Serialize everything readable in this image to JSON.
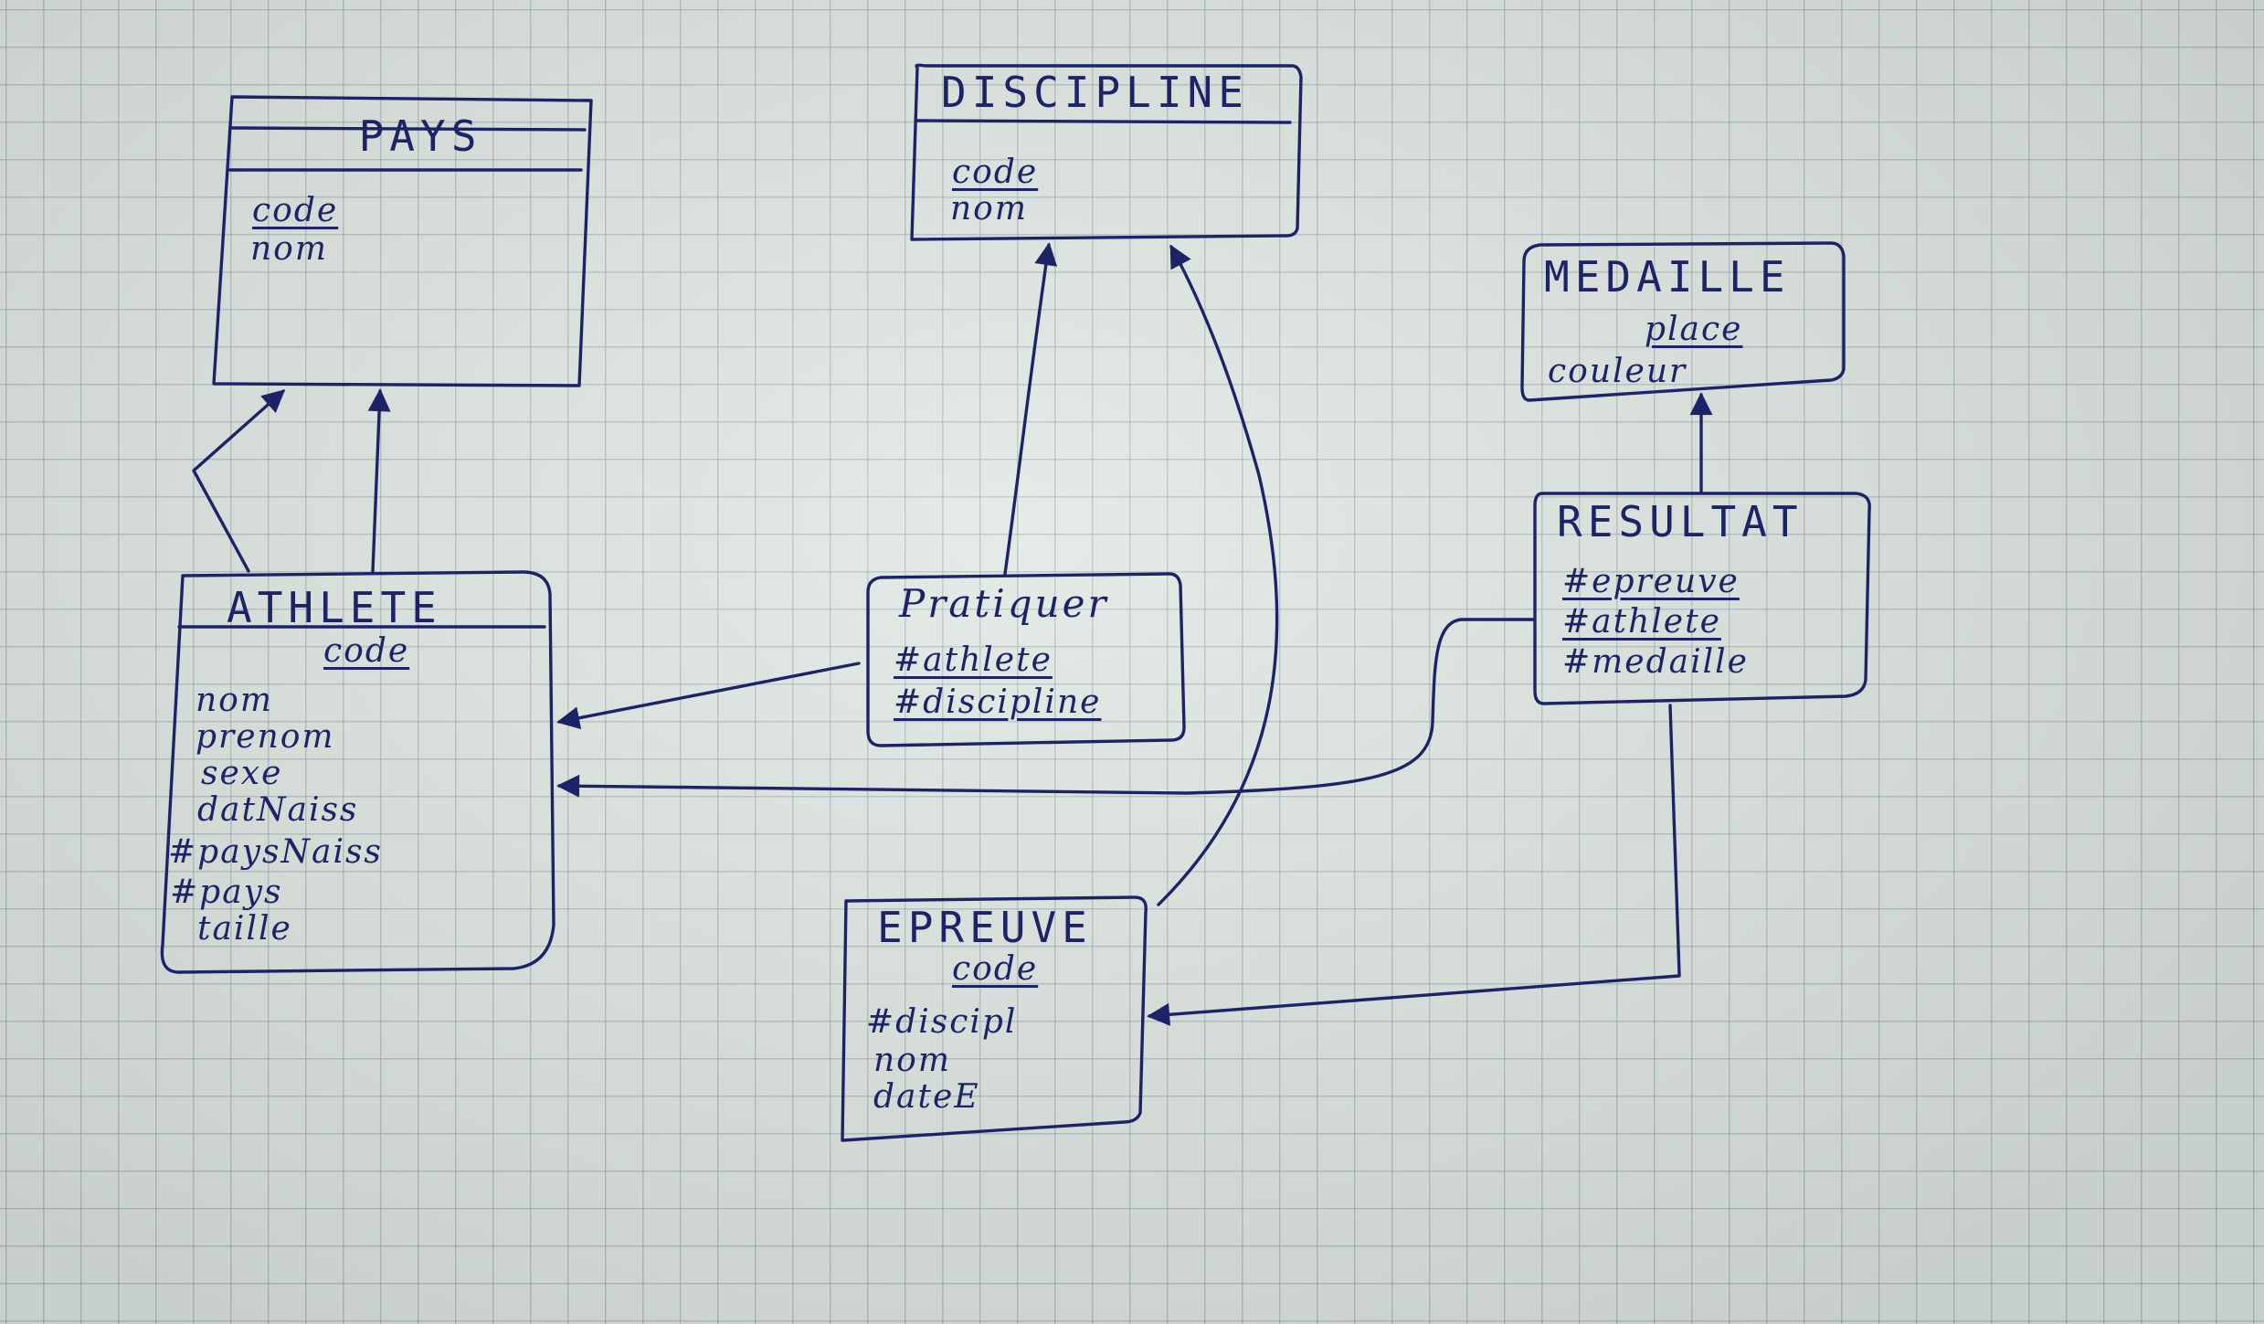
{
  "entities": {
    "pays": {
      "title": "PAYS",
      "attributes": [
        {
          "name": "code",
          "key": true
        },
        {
          "name": "nom",
          "key": false
        }
      ]
    },
    "discipline": {
      "title": "DISCIPLINE",
      "attributes": [
        {
          "name": "code",
          "key": true
        },
        {
          "name": "nom",
          "key": false
        }
      ]
    },
    "medaille": {
      "title": "MEDAILLE",
      "attributes": [
        {
          "name": "place",
          "key": true
        },
        {
          "name": "couleur",
          "key": false
        }
      ]
    },
    "athlete": {
      "title": "ATHLETE",
      "attributes": [
        {
          "name": "code",
          "key": true
        },
        {
          "name": "nom",
          "key": false
        },
        {
          "name": "prenom",
          "key": false
        },
        {
          "name": "sexe",
          "key": false
        },
        {
          "name": "datNaiss",
          "key": false
        },
        {
          "name": "#paysNaiss",
          "key": false
        },
        {
          "name": "#pays",
          "key": false
        },
        {
          "name": "taille",
          "key": false
        }
      ]
    },
    "pratiquer": {
      "title": "Pratiquer",
      "attributes": [
        {
          "name": "#athlete",
          "key": true
        },
        {
          "name": "#discipline",
          "key": true
        }
      ]
    },
    "resultat": {
      "title": "RESULTAT",
      "attributes": [
        {
          "name": "#epreuve",
          "key": true
        },
        {
          "name": "#athlete",
          "key": true
        },
        {
          "name": "#medaille",
          "key": false
        }
      ]
    },
    "epreuve": {
      "title": "EPREUVE",
      "attributes": [
        {
          "name": "code",
          "key": true
        },
        {
          "name": "#discipl",
          "key": false
        },
        {
          "name": "nom",
          "key": false
        },
        {
          "name": "dateE",
          "key": false
        }
      ]
    }
  },
  "relationships": [
    {
      "from": "athlete",
      "to": "pays",
      "via": "#paysNaiss"
    },
    {
      "from": "athlete",
      "to": "pays",
      "via": "#pays"
    },
    {
      "from": "pratiquer",
      "to": "discipline",
      "via": "#discipline"
    },
    {
      "from": "pratiquer",
      "to": "athlete",
      "via": "#athlete"
    },
    {
      "from": "epreuve",
      "to": "discipline",
      "via": "#discipl"
    },
    {
      "from": "resultat",
      "to": "medaille",
      "via": "#medaille"
    },
    {
      "from": "resultat",
      "to": "athlete",
      "via": "#athlete"
    },
    {
      "from": "resultat",
      "to": "epreuve",
      "via": "#epreuve"
    }
  ],
  "style": {
    "ink_color": "#1c2368",
    "paper_color": "#dfe7e2",
    "grid_color": "#96a5aa"
  }
}
